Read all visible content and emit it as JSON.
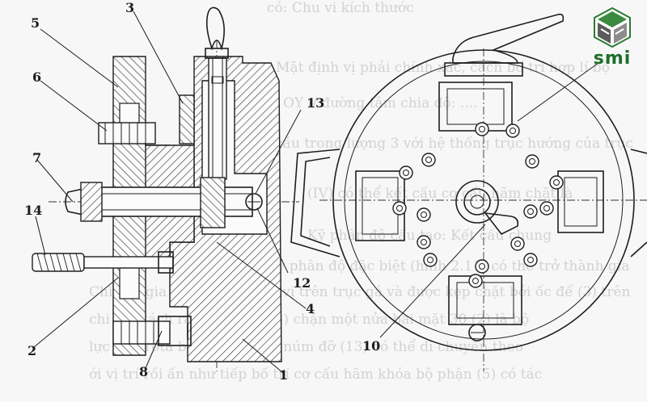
{
  "background_text_lines": [
    "có: Chu vi kích thước",
    "- Mặt định vị phải chính xác, cách bố trí hợp lí bộ",
    "OY // đường tâm chia độ: ....",
    "cầu trong lượng 3 với hệ thống trục hướng của trục",
    "(IV) có thể kết cấu cơ cấu hãm chặt là",
    "Kỹ phân độ cấu tạo: Kết cấu chung",
    "Kỹ phân độ đặc biệt (hình 2.11) có thể trở thành gia",
    "Chi tiết gia công được định vị trên trục gá và được kẹp chặt bởi ốc đế (3) trên",
    "chi tiết tách ra được chốt (8) chặn một nửa bài mặt 30 (2) là bộ",
    "lực đến rôtà bằng quay cao núm đỡ (13) có thể di chuyển theo",
    "ới vị trí rồi ấn như tiếp bố trí cơ cấu hãm khóa bộ phận (5) có tác"
  ],
  "labels": {
    "l1": "1",
    "l2": "2",
    "l3": "3",
    "l4": "4",
    "l5": "5",
    "l6": "6",
    "l7": "7",
    "l8": "8",
    "l10": "10",
    "l12": "12",
    "l13": "13",
    "l14": "14"
  },
  "logo": {
    "text": "smi",
    "icon": "smi-cube-logo-icon",
    "color": "#1f6e2a"
  }
}
